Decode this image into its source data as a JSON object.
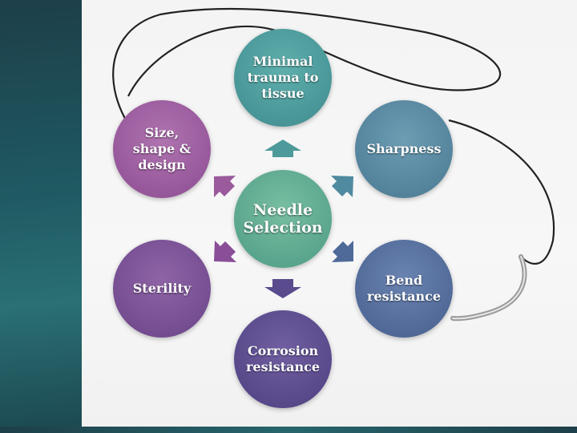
{
  "diagram": {
    "center": {
      "label": "Needle\nSelection",
      "color": "#5aa58c"
    },
    "factors": [
      {
        "id": "trauma",
        "label": "Minimal\ntrauma to\ntissue",
        "color": "#4e9a9a"
      },
      {
        "id": "sharpness",
        "label": "Sharpness",
        "color": "#5a8aa2"
      },
      {
        "id": "bend",
        "label": "Bend\nresistance",
        "color": "#4f6a98"
      },
      {
        "id": "corrosion",
        "label": "Corrosion\nresistance",
        "color": "#5a4a8e"
      },
      {
        "id": "sterility",
        "label": "Sterility",
        "color": "#7a5096"
      },
      {
        "id": "size",
        "label": "Size,\nshape &\ndesign",
        "color": "#9a5a9c"
      }
    ]
  },
  "colors": {
    "side_panel": "#1f5a63",
    "arrow_up": "#4e9a9a",
    "arrow_upright": "#4f8aa0",
    "arrow_downright": "#4f6a98",
    "arrow_down": "#5a4a8e",
    "arrow_downleft": "#8a4e98",
    "arrow_upleft": "#9a5a9c"
  }
}
